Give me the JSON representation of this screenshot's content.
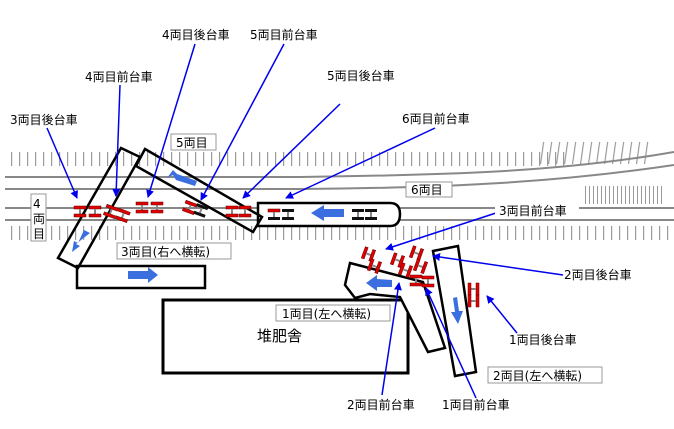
{
  "title": "脱線車両の停止位置",
  "colors": {
    "arrow": "#0000ee",
    "bogie": "#e00000",
    "bogie_dark": "#000000",
    "motion": "#3b6fe0",
    "rail": "#888888",
    "tie": "#999999"
  },
  "car_labels": {
    "car1": "1両目(左へ横転)",
    "car2": "2両目(左へ横転)",
    "car3": "3両目(右へ横転)",
    "car4_line1": "4",
    "car4_line2": "両",
    "car4_line3": "目",
    "car5": "5両目",
    "car6": "6両目"
  },
  "building": "堆肥舎",
  "callouts": {
    "car3_rear_bogie": "3両目後台車",
    "car4_front_bogie": "4両目前台車",
    "car4_rear_bogie": "4両目後台車",
    "car5_front_bogie": "5両目前台車",
    "car5_rear_bogie": "5両目後台車",
    "car6_front_bogie": "6両目前台車",
    "car3_front_bogie": "3両目前台車",
    "car2_rear_bogie": "2両目後台車",
    "car1_rear_bogie": "1両目後台車",
    "car2_front_bogie": "2両目前台車",
    "car1_front_bogie": "1両目前台車"
  },
  "icons": {
    "motion_arrow": "motion-arrow-icon",
    "bogie": "bogie-icon"
  }
}
